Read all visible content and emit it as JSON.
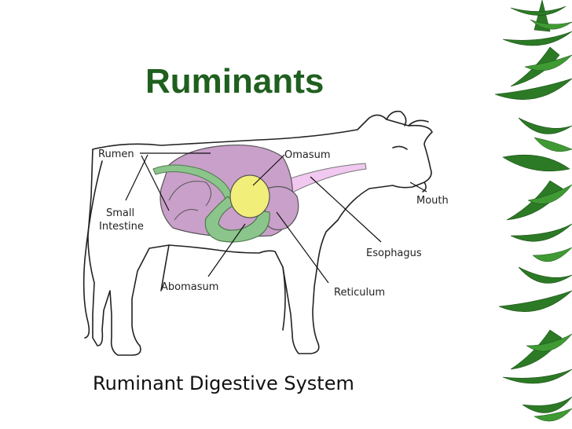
{
  "title": "Ruminants",
  "caption": "Ruminant Digestive System",
  "labels": {
    "rumen": "Rumen",
    "omasum": "Omasum",
    "mouth": "Mouth",
    "small_intestine_line1": "Small",
    "small_intestine_line2": "Intestine",
    "esophagus": "Esophagus",
    "abomasum": "Abomasum",
    "reticulum": "Reticulum"
  },
  "colors": {
    "title": "#1f5f1f",
    "rumen": "#c9a0c9",
    "reticulum": "#c9a0c9",
    "omasum": "#f2ee7a",
    "abomasum": "#8cc58c",
    "intestine": "#8cc58c",
    "esophagus": "#f1c8ef",
    "leaves": "#2c7a25"
  }
}
